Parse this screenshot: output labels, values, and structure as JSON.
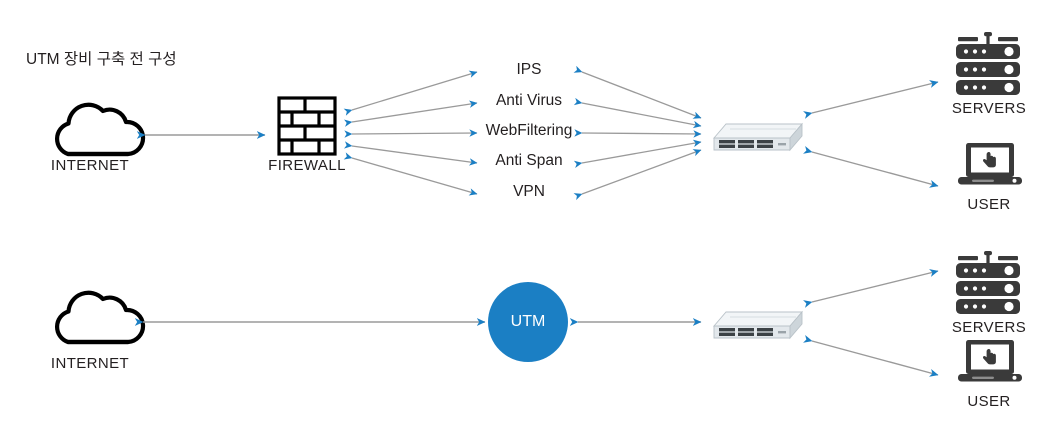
{
  "title": "UTM 장비 구축 전 구성",
  "colors": {
    "arrow_head": "#1b7fc4",
    "arrow_line": "#9a9a9a",
    "utm_fill": "#1b7fc4",
    "icon_dark": "#231f20",
    "icon_device": "#3a3a3a",
    "switch_body": "#dfe3e6",
    "text": "#231f20"
  },
  "rows": {
    "top": {
      "internet": {
        "label": "INTERNET",
        "icon": "cloud-icon"
      },
      "firewall": {
        "label": "FIREWALL",
        "icon": "brick-wall-icon"
      },
      "functions": [
        {
          "label": "IPS"
        },
        {
          "label": "Anti Virus"
        },
        {
          "label": "WebFiltering"
        },
        {
          "label": "Anti Span"
        },
        {
          "label": "VPN"
        }
      ],
      "switch": {
        "label": "",
        "icon": "network-switch-icon"
      },
      "servers": {
        "label": "SERVERS",
        "icon": "server-rack-icon"
      },
      "user": {
        "label": "USER",
        "icon": "laptop-cursor-icon"
      }
    },
    "bottom": {
      "internet": {
        "label": "INTERNET",
        "icon": "cloud-icon"
      },
      "utm": {
        "label": "UTM",
        "icon": "utm-circle"
      },
      "switch": {
        "label": "",
        "icon": "network-switch-icon"
      },
      "servers": {
        "label": "SERVERS",
        "icon": "server-rack-icon"
      },
      "user": {
        "label": "USER",
        "icon": "laptop-cursor-icon"
      }
    }
  }
}
